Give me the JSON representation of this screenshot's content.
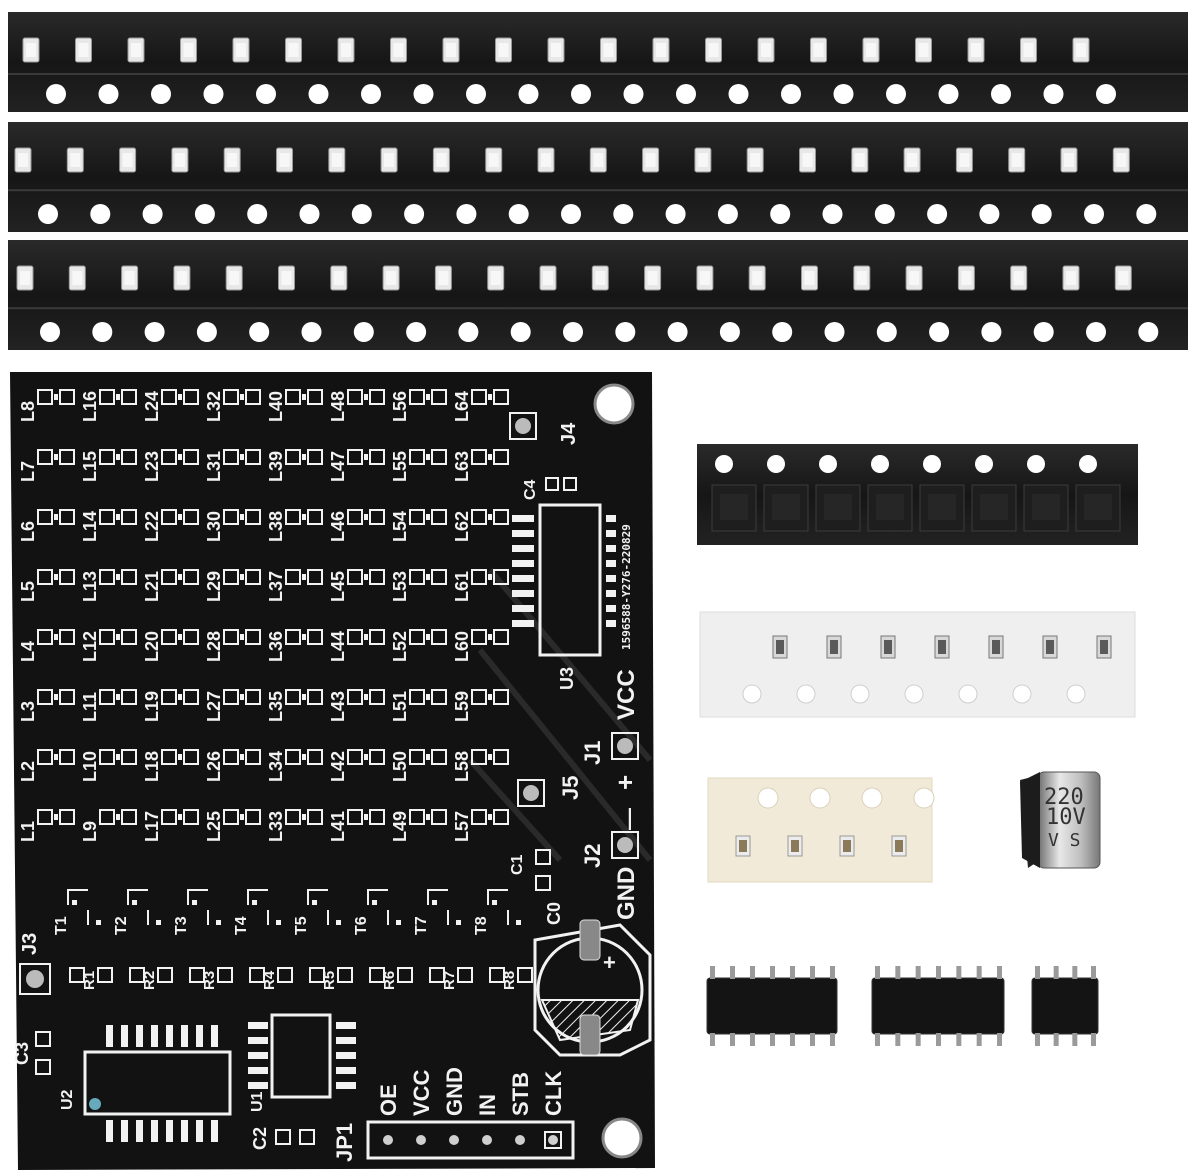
{
  "board": {
    "led_labels": [
      "L1",
      "L2",
      "L3",
      "L4",
      "L5",
      "L6",
      "L7",
      "L8",
      "L9",
      "L10",
      "L11",
      "L12",
      "L13",
      "L14",
      "L15",
      "L16",
      "L17",
      "L18",
      "L19",
      "L20",
      "L21",
      "L22",
      "L23",
      "L24",
      "L25",
      "L26",
      "L27",
      "L28",
      "L29",
      "L30",
      "L31",
      "L32",
      "L33",
      "L34",
      "L35",
      "L36",
      "L37",
      "L38",
      "L39",
      "L40",
      "L41",
      "L42",
      "L43",
      "L44",
      "L45",
      "L46",
      "L47",
      "L48",
      "L49",
      "L50",
      "L51",
      "L52",
      "L53",
      "L54",
      "L55",
      "L56",
      "L57",
      "L58",
      "L59",
      "L60",
      "L61",
      "L62",
      "L63",
      "L64"
    ],
    "transistor_labels": [
      "T1",
      "T2",
      "T3",
      "T4",
      "T5",
      "T6",
      "T7",
      "T8"
    ],
    "resistor_labels": [
      "R1",
      "R2",
      "R3",
      "R4",
      "R5",
      "R6",
      "R7",
      "R8"
    ],
    "connector_labels": {
      "j1": "J1",
      "j2": "J2",
      "j3": "J3",
      "j4": "J4",
      "j5": "J5",
      "vcc": "VCC",
      "gnd": "GND",
      "plus": "+",
      "minus": "—"
    },
    "cap_labels": {
      "c0": "C0",
      "c1": "C1",
      "c2": "C2",
      "c3": "C3",
      "c4": "C4",
      "plus": "+"
    },
    "chip_labels": {
      "u1": "U1",
      "u2": "U2",
      "u3": "U3"
    },
    "jp1_label": "JP1",
    "jp1_pins": [
      "OE",
      "VCC",
      "GND",
      "IN",
      "STB",
      "CLK"
    ],
    "serial": "1596588-Y276-220829"
  },
  "capacitor": {
    "value": "220",
    "voltage": "10V",
    "mark": "V S"
  },
  "colors": {
    "pcb": "#121212",
    "silk": "#f2f2f2",
    "tape": "#1a1a1a",
    "white_tape": "#efefef"
  }
}
